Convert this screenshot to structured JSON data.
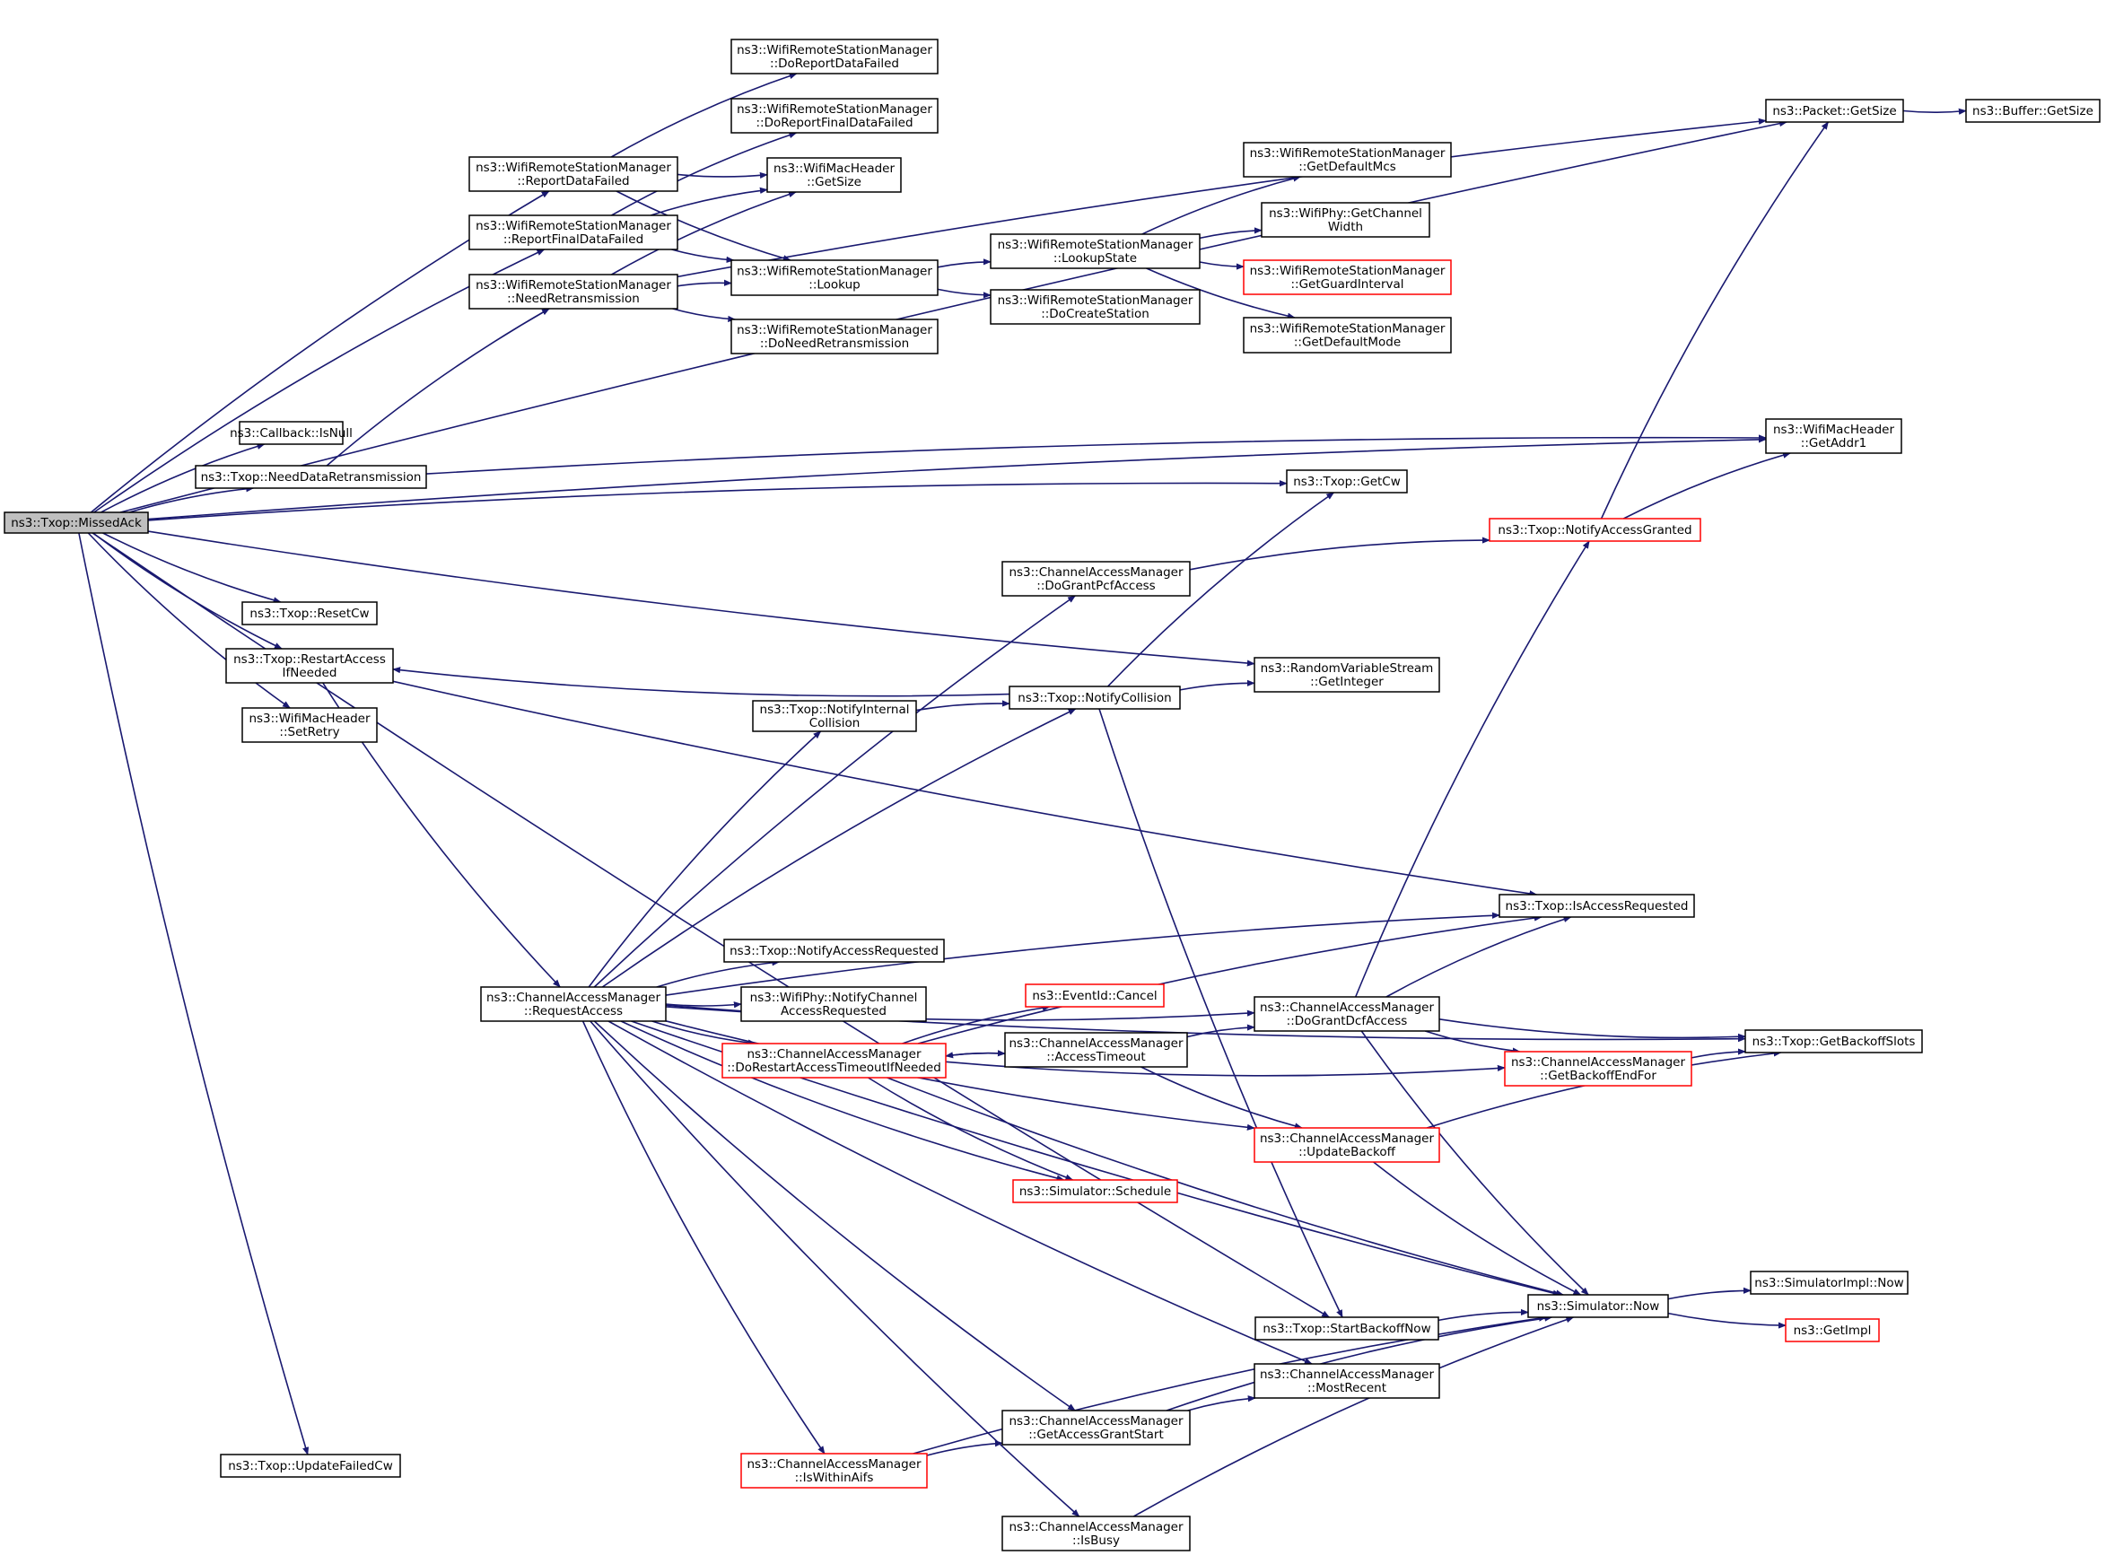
{
  "colors": {
    "edge": "#191970",
    "node_border": "#000000",
    "node_truncated_border": "#ff0000",
    "root_fill": "#bfbfbf"
  },
  "nodes": {
    "n1": {
      "lines": [
        "ns3::Txop::MissedAck"
      ],
      "style": "root"
    },
    "n2": {
      "lines": [
        "ns3::WifiRemoteStationManager",
        "::ReportDataFailed"
      ],
      "style": "normal"
    },
    "n3": {
      "lines": [
        "ns3::WifiRemoteStationManager",
        "::ReportFinalDataFailed"
      ],
      "style": "normal"
    },
    "n4": {
      "lines": [
        "ns3::WifiRemoteStationManager",
        "::NeedRetransmission"
      ],
      "style": "normal"
    },
    "n5": {
      "lines": [
        "ns3::Callback::IsNull"
      ],
      "style": "normal"
    },
    "n6": {
      "lines": [
        "ns3::Txop::NeedDataRetransmission"
      ],
      "style": "normal"
    },
    "n7": {
      "lines": [
        "ns3::Txop::ResetCw"
      ],
      "style": "normal"
    },
    "n8": {
      "lines": [
        "ns3::Txop::RestartAccess",
        "IfNeeded"
      ],
      "style": "normal"
    },
    "n9": {
      "lines": [
        "ns3::WifiMacHeader",
        "::SetRetry"
      ],
      "style": "normal"
    },
    "n10": {
      "lines": [
        "ns3::Txop::UpdateFailedCw"
      ],
      "style": "normal"
    },
    "n11": {
      "lines": [
        "ns3::WifiRemoteStationManager",
        "::DoReportDataFailed"
      ],
      "style": "normal"
    },
    "n12": {
      "lines": [
        "ns3::WifiRemoteStationManager",
        "::DoReportFinalDataFailed"
      ],
      "style": "normal"
    },
    "n13": {
      "lines": [
        "ns3::WifiMacHeader",
        "::GetSize"
      ],
      "style": "normal"
    },
    "n14": {
      "lines": [
        "ns3::WifiRemoteStationManager",
        "::Lookup"
      ],
      "style": "normal"
    },
    "n15": {
      "lines": [
        "ns3::WifiRemoteStationManager",
        "::DoNeedRetransmission"
      ],
      "style": "normal"
    },
    "n16": {
      "lines": [
        "ns3::WifiRemoteStationManager",
        "::LookupState"
      ],
      "style": "normal"
    },
    "n17": {
      "lines": [
        "ns3::WifiRemoteStationManager",
        "::DoCreateStation"
      ],
      "style": "normal"
    },
    "n18": {
      "lines": [
        "ns3::WifiRemoteStationManager",
        "::GetDefaultMcs"
      ],
      "style": "normal"
    },
    "n19": {
      "lines": [
        "ns3::WifiPhy::GetChannel",
        "Width"
      ],
      "style": "normal"
    },
    "n20": {
      "lines": [
        "ns3::WifiRemoteStationManager",
        "::GetGuardInterval"
      ],
      "style": "red"
    },
    "n21": {
      "lines": [
        "ns3::WifiRemoteStationManager",
        "::GetDefaultMode"
      ],
      "style": "normal"
    },
    "n22": {
      "lines": [
        "ns3::Packet::GetSize"
      ],
      "style": "normal"
    },
    "n23": {
      "lines": [
        "ns3::Buffer::GetSize"
      ],
      "style": "normal"
    },
    "n24": {
      "lines": [
        "ns3::WifiMacHeader",
        "::GetAddr1"
      ],
      "style": "normal"
    },
    "n25": {
      "lines": [
        "ns3::Txop::GetCw"
      ],
      "style": "normal"
    },
    "n26": {
      "lines": [
        "ns3::Txop::NotifyAccessGranted"
      ],
      "style": "red"
    },
    "n27": {
      "lines": [
        "ns3::ChannelAccessManager",
        "::DoGrantPcfAccess"
      ],
      "style": "normal"
    },
    "n28": {
      "lines": [
        "ns3::RandomVariableStream",
        "::GetInteger"
      ],
      "style": "normal"
    },
    "n29": {
      "lines": [
        "ns3::Txop::NotifyCollision"
      ],
      "style": "normal"
    },
    "n30": {
      "lines": [
        "ns3::Txop::NotifyInternal",
        "Collision"
      ],
      "style": "normal"
    },
    "n31": {
      "lines": [
        "ns3::Txop::IsAccessRequested"
      ],
      "style": "normal"
    },
    "n32": {
      "lines": [
        "ns3::ChannelAccessManager",
        "::RequestAccess"
      ],
      "style": "normal"
    },
    "n33": {
      "lines": [
        "ns3::Txop::NotifyAccessRequested"
      ],
      "style": "normal"
    },
    "n34": {
      "lines": [
        "ns3::WifiPhy::NotifyChannel",
        "AccessRequested"
      ],
      "style": "normal"
    },
    "n35": {
      "lines": [
        "ns3::EventId::Cancel"
      ],
      "style": "red"
    },
    "n36": {
      "lines": [
        "ns3::ChannelAccessManager",
        "::DoRestartAccessTimeoutIfNeeded"
      ],
      "style": "red"
    },
    "n37": {
      "lines": [
        "ns3::ChannelAccessManager",
        "::AccessTimeout"
      ],
      "style": "normal"
    },
    "n38": {
      "lines": [
        "ns3::ChannelAccessManager",
        "::DoGrantDcfAccess"
      ],
      "style": "normal"
    },
    "n39": {
      "lines": [
        "ns3::Txop::GetBackoffSlots"
      ],
      "style": "normal"
    },
    "n40": {
      "lines": [
        "ns3::ChannelAccessManager",
        "::GetBackoffEndFor"
      ],
      "style": "red"
    },
    "n41": {
      "lines": [
        "ns3::ChannelAccessManager",
        "::UpdateBackoff"
      ],
      "style": "red"
    },
    "n42": {
      "lines": [
        "ns3::Simulator::Schedule"
      ],
      "style": "red"
    },
    "n43": {
      "lines": [
        "ns3::Simulator::Now"
      ],
      "style": "normal"
    },
    "n44": {
      "lines": [
        "ns3::SimulatorImpl::Now"
      ],
      "style": "normal"
    },
    "n45": {
      "lines": [
        "ns3::GetImpl"
      ],
      "style": "red"
    },
    "n46": {
      "lines": [
        "ns3::Txop::StartBackoffNow"
      ],
      "style": "normal"
    },
    "n47": {
      "lines": [
        "ns3::ChannelAccessManager",
        "::MostRecent"
      ],
      "style": "normal"
    },
    "n48": {
      "lines": [
        "ns3::ChannelAccessManager",
        "::GetAccessGrantStart"
      ],
      "style": "normal"
    },
    "n49": {
      "lines": [
        "ns3::ChannelAccessManager",
        "::IsWithinAifs"
      ],
      "style": "red"
    },
    "n50": {
      "lines": [
        "ns3::ChannelAccessManager",
        "::IsBusy"
      ],
      "style": "normal"
    }
  },
  "edges": [
    [
      "n1",
      "n22"
    ],
    [
      "n1",
      "n2"
    ],
    [
      "n1",
      "n3"
    ],
    [
      "n1",
      "n24"
    ],
    [
      "n1",
      "n5"
    ],
    [
      "n1",
      "n6"
    ],
    [
      "n1",
      "n25"
    ],
    [
      "n1",
      "n28"
    ],
    [
      "n1",
      "n7"
    ],
    [
      "n1",
      "n8"
    ],
    [
      "n1",
      "n9"
    ],
    [
      "n1",
      "n46"
    ],
    [
      "n1",
      "n10"
    ],
    [
      "n2",
      "n11"
    ],
    [
      "n2",
      "n13"
    ],
    [
      "n2",
      "n14"
    ],
    [
      "n3",
      "n12"
    ],
    [
      "n3",
      "n13"
    ],
    [
      "n3",
      "n14"
    ],
    [
      "n4",
      "n22"
    ],
    [
      "n4",
      "n13"
    ],
    [
      "n4",
      "n14"
    ],
    [
      "n4",
      "n15"
    ],
    [
      "n6",
      "n4"
    ],
    [
      "n6",
      "n24"
    ],
    [
      "n14",
      "n16"
    ],
    [
      "n14",
      "n17"
    ],
    [
      "n16",
      "n18"
    ],
    [
      "n16",
      "n19"
    ],
    [
      "n16",
      "n20"
    ],
    [
      "n16",
      "n21"
    ],
    [
      "n22",
      "n23"
    ],
    [
      "n8",
      "n31"
    ],
    [
      "n8",
      "n32"
    ],
    [
      "n32",
      "n27"
    ],
    [
      "n32",
      "n30"
    ],
    [
      "n32",
      "n29"
    ],
    [
      "n32",
      "n39"
    ],
    [
      "n32",
      "n31"
    ],
    [
      "n32",
      "n38"
    ],
    [
      "n32",
      "n33"
    ],
    [
      "n32",
      "n34"
    ],
    [
      "n32",
      "n36"
    ],
    [
      "n32",
      "n42"
    ],
    [
      "n32",
      "n41"
    ],
    [
      "n32",
      "n43"
    ],
    [
      "n32",
      "n47"
    ],
    [
      "n32",
      "n48"
    ],
    [
      "n32",
      "n49"
    ],
    [
      "n32",
      "n50"
    ],
    [
      "n27",
      "n26"
    ],
    [
      "n26",
      "n22"
    ],
    [
      "n26",
      "n24"
    ],
    [
      "n30",
      "n29"
    ],
    [
      "n29",
      "n25"
    ],
    [
      "n29",
      "n8"
    ],
    [
      "n29",
      "n28"
    ],
    [
      "n29",
      "n46"
    ],
    [
      "n36",
      "n31"
    ],
    [
      "n36",
      "n35"
    ],
    [
      "n36",
      "n37"
    ],
    [
      "n36",
      "n40"
    ],
    [
      "n36",
      "n42"
    ],
    [
      "n36",
      "n43"
    ],
    [
      "n37",
      "n36"
    ],
    [
      "n37",
      "n38"
    ],
    [
      "n37",
      "n41"
    ],
    [
      "n38",
      "n26"
    ],
    [
      "n38",
      "n31"
    ],
    [
      "n38",
      "n39"
    ],
    [
      "n38",
      "n40"
    ],
    [
      "n38",
      "n43"
    ],
    [
      "n40",
      "n39"
    ],
    [
      "n41",
      "n39"
    ],
    [
      "n41",
      "n43"
    ],
    [
      "n43",
      "n44"
    ],
    [
      "n43",
      "n45"
    ],
    [
      "n46",
      "n43"
    ],
    [
      "n48",
      "n47"
    ],
    [
      "n48",
      "n43"
    ],
    [
      "n49",
      "n48"
    ],
    [
      "n49",
      "n43"
    ],
    [
      "n50",
      "n43"
    ]
  ]
}
